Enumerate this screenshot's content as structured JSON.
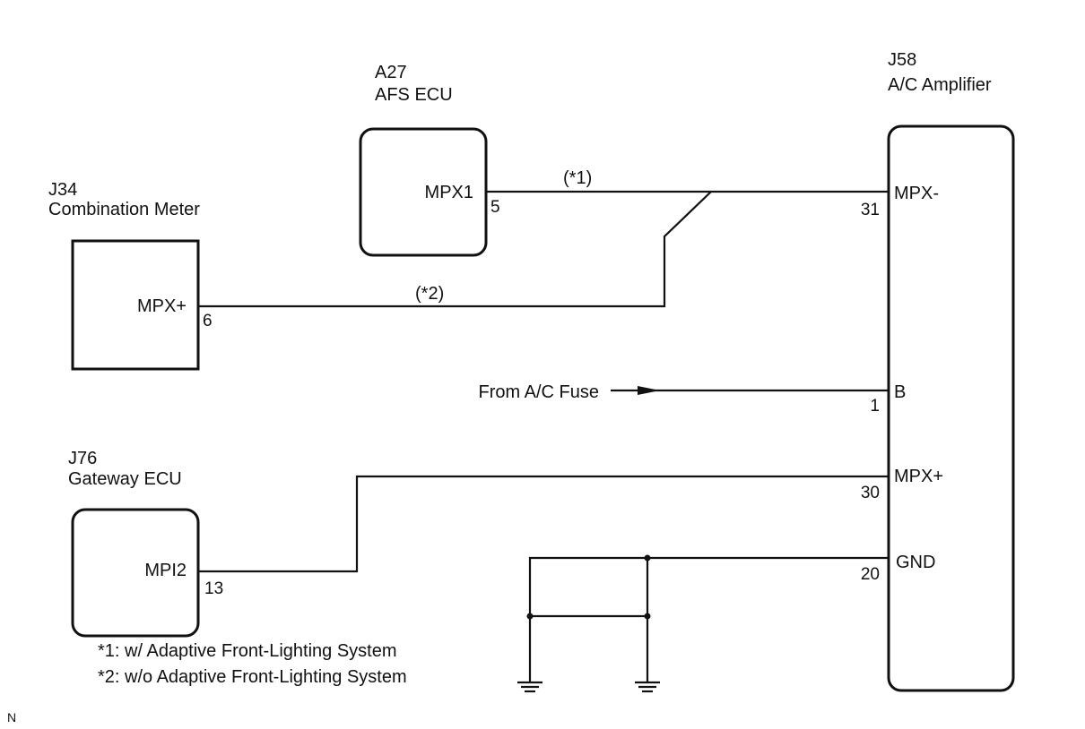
{
  "components": {
    "afs_ecu": {
      "code": "A27",
      "name": "AFS ECU",
      "terminal": "MPX1",
      "pin": "5"
    },
    "combination_meter": {
      "code": "J34",
      "name": "Combination Meter",
      "terminal": "MPX+",
      "pin": "6"
    },
    "gateway_ecu": {
      "code": "J76",
      "name": "Gateway ECU",
      "terminal": "MPI2",
      "pin": "13"
    },
    "ac_amplifier": {
      "code": "J58",
      "name": "A/C Amplifier",
      "terminals": [
        {
          "name": "MPX-",
          "pin": "31"
        },
        {
          "name": "B",
          "pin": "1"
        },
        {
          "name": "MPX+",
          "pin": "30"
        },
        {
          "name": "GND",
          "pin": "20"
        }
      ]
    }
  },
  "wire_labels": {
    "w1": "(*1)",
    "w2": "(*2)"
  },
  "power_source": {
    "label": "From A/C Fuse"
  },
  "notes": [
    "*1: w/ Adaptive Front-Lighting System",
    "*2: w/o Adaptive Front-Lighting System"
  ],
  "corner_mark": "N"
}
